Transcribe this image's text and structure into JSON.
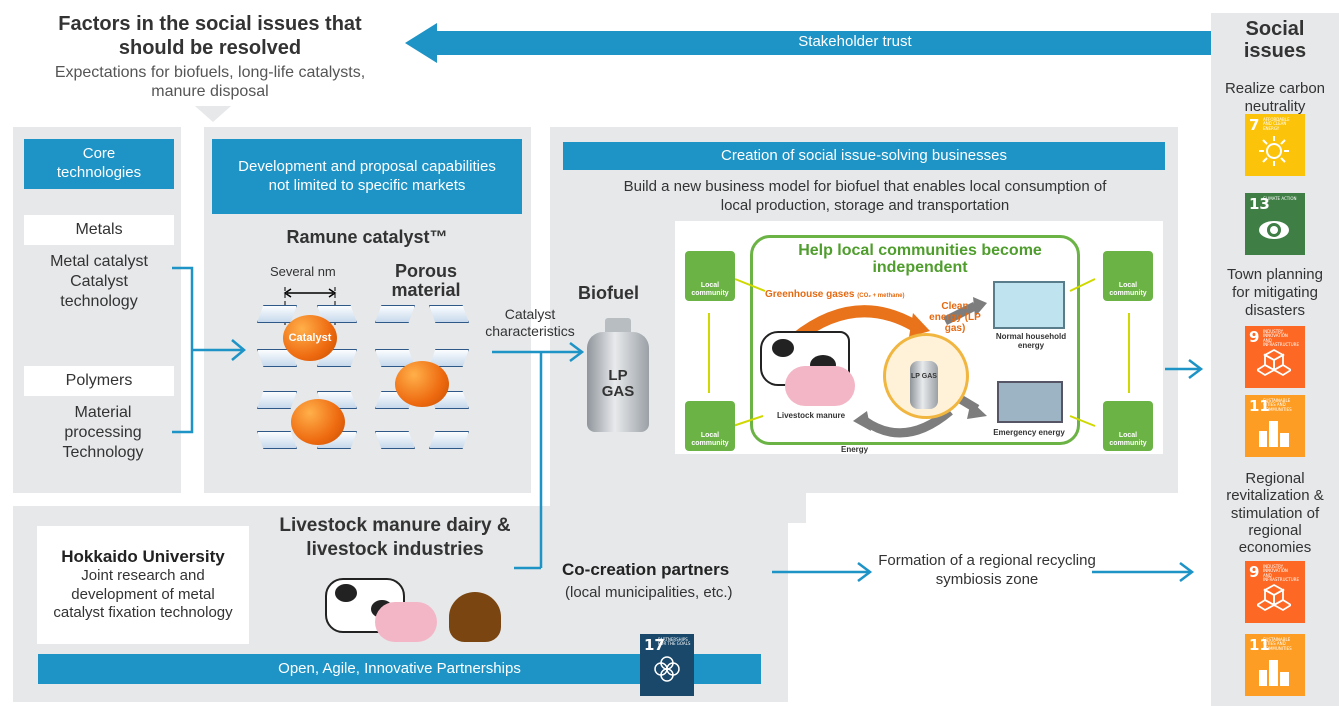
{
  "top": {
    "factors_title": "Factors in the social issues that should be resolved",
    "factors_sub": "Expectations for biofuels, long-life catalysts, manure disposal",
    "stakeholder_label": "Stakeholder trust"
  },
  "core": {
    "header": "Core technologies",
    "metals_label": "Metals",
    "metals_desc": "Metal catalyst Catalyst technology",
    "polymers_label": "Polymers",
    "polymers_desc": "Material processing Technology"
  },
  "dev": {
    "header": "Development and proposal capabilities not limited to specific markets",
    "catalyst_title": "Ramune catalyst™",
    "several_nm": "Several nm",
    "porous": "Porous material",
    "catalyst_ball": "Catalyst"
  },
  "mid": {
    "catalyst_char": "Catalyst characteristics",
    "biofuel": "Biofuel",
    "lp_gas": "LP GAS"
  },
  "creation": {
    "header": "Creation of social issue-solving businesses",
    "subtitle": "Build a new business model for biofuel that enables local consumption of local production, storage and transportation",
    "illus_title": "Help local communities become independent",
    "greenhouse": "Greenhouse gases",
    "greenhouse_sub": "(CO₂ + methane)",
    "clean_energy": "Clean energy (LP gas)",
    "normal_energy": "Normal household energy",
    "emergency_energy": "Emergency energy",
    "livestock_manure": "Livestock manure",
    "energy": "Energy",
    "local_community": "Local community",
    "lp_gas": "LP GAS"
  },
  "bottom": {
    "hokkaido_title": "Hokkaido University",
    "hokkaido_desc": "Joint research and development of metal catalyst fixation technology",
    "livestock_title": "Livestock manure dairy & livestock industries",
    "cocreation_title": "Co-creation partners",
    "cocreation_sub": "(local municipalities, etc.)",
    "formation": "Formation of a regional recycling symbiosis zone",
    "partnership_bar": "Open, Agile, Innovative  Partnerships"
  },
  "social": {
    "title": "Social issues",
    "carbon": "Realize carbon neutrality",
    "town": "Town planning for mitigating disasters",
    "regional": "Regional revitalization & stimulation of regional economies"
  },
  "sdgs": {
    "g7_num": "7",
    "g7_label": "Affordable and clean energy",
    "g7_color": "#fcc30b",
    "g13_num": "13",
    "g13_label": "Climate action",
    "g13_color": "#3f7e44",
    "g9_num": "9",
    "g9_label": "Industry, innovation and infrastructure",
    "g9_color": "#fd6925",
    "g11_num": "11",
    "g11_label": "Sustainable cities and communities",
    "g11_color": "#fd9d24",
    "g17_num": "17",
    "g17_label": "Partnerships for the goals",
    "g17_color": "#19486a"
  },
  "colors": {
    "accent_blue": "#1d93c6",
    "panel_gray": "#e6e8ea",
    "green": "#6ab344",
    "orange": "#ee6a10"
  }
}
